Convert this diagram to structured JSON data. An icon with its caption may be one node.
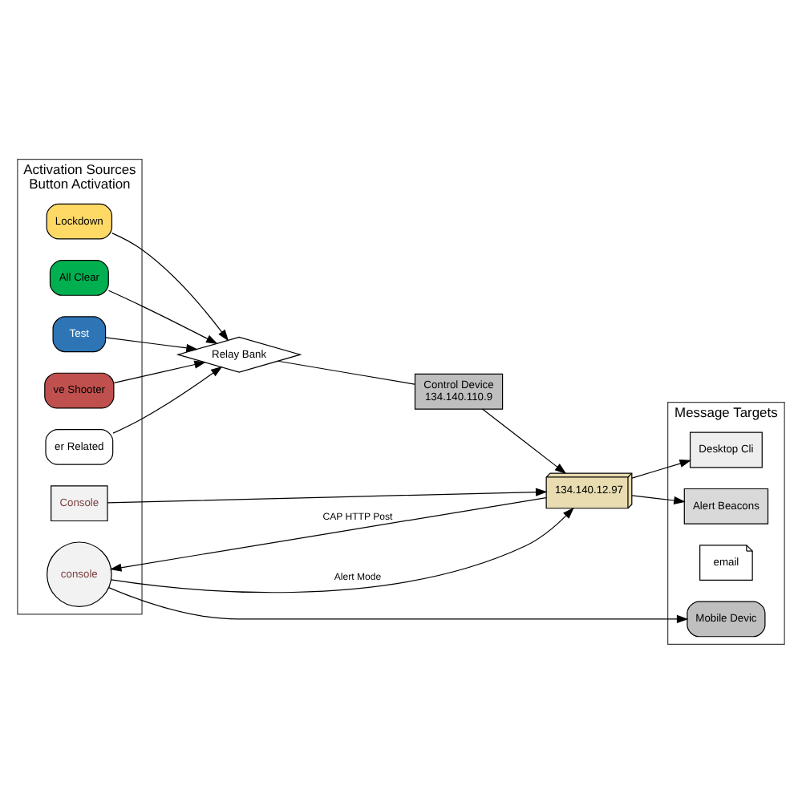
{
  "diagram": {
    "nodes": [
      {
        "text": [
          "Activation Sources",
          "Button Activation"
        ]
      },
      {
        "text": [
          "ve Shooter"
        ],
        "in": 0
      },
      {
        "text": [
          "er Related"
        ],
        "in": 0
      },
      {
        "text": [
          "Lockdown"
        ],
        "in": 0
      },
      {
        "text": [
          "All Clear"
        ],
        "in": 0
      },
      {
        "text": [
          "Test"
        ],
        "in": 0
      },
      {
        "text": [
          "Console"
        ],
        "in": 0
      },
      {
        "text": [
          "console"
        ],
        "in": 0
      },
      {
        "text": [
          "Relay Bank"
        ]
      },
      {
        "text": [
          "Control Device",
          "134.140.110.9"
        ]
      },
      {
        "text": [
          "134.140.12.97"
        ]
      },
      {
        "text": [
          "Message Targets"
        ]
      },
      {
        "text": [
          "Alert Beacons"
        ],
        "in": 11
      },
      {
        "text": [
          "Desktop Cli"
        ],
        "in": 11
      },
      {
        "text": [
          "email"
        ],
        "in": 11
      },
      {
        "text": [
          "Mobile Devic"
        ],
        "in": 11
      }
    ],
    "edges": [
      {
        "from": 1,
        "to": 8,
        "arrow": "to"
      },
      {
        "from": 2,
        "to": 8,
        "arrow": "to"
      },
      {
        "from": 3,
        "to": 8,
        "arrow": "to"
      },
      {
        "from": 4,
        "to": 8,
        "arrow": "to"
      },
      {
        "from": 5,
        "to": 8,
        "arrow": "to"
      },
      {
        "from": 8,
        "to": 9,
        "arrow": "none"
      },
      {
        "from": 9,
        "to": 10,
        "arrow": "to"
      },
      {
        "from": 6,
        "to": 10,
        "arrow": "to"
      },
      {
        "from": 7,
        "to": 10,
        "label": "Alert Mode",
        "arrow": "to"
      },
      {
        "from": 10,
        "to": 7,
        "label": "CAP HTTP Post",
        "arrow": "to"
      },
      {
        "from": 7,
        "to": 15,
        "arrow": "to"
      },
      {
        "from": 10,
        "to": 12,
        "arrow": "to"
      },
      {
        "from": 10,
        "to": 13,
        "arrow": "to"
      }
    ]
  }
}
